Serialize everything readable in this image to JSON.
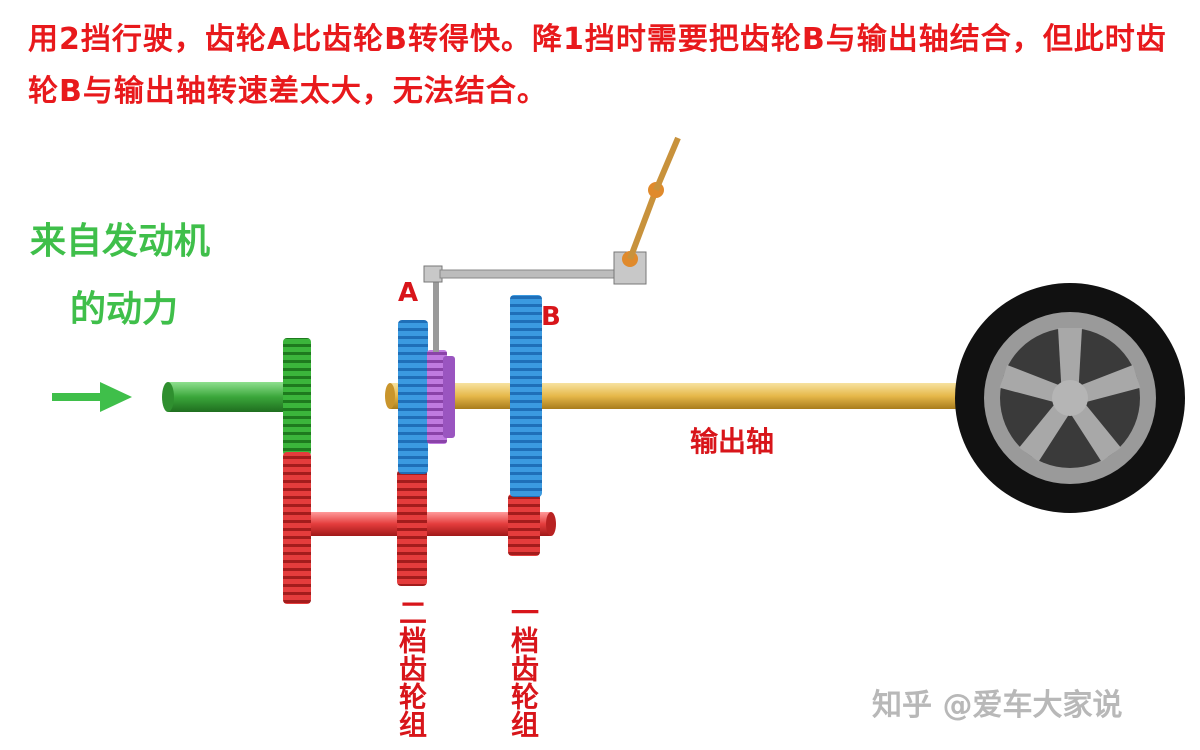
{
  "caption": "用2挡行驶，齿轮A比齿轮B转得快。降1挡时需要把齿轮B与输出轴结合，但此时齿轮B与输出轴转速差太大，无法结合。",
  "power_source": {
    "line1": "来自发动机",
    "line2": "的动力"
  },
  "gear_a_label": "A",
  "gear_b_label": "B",
  "output_shaft_label": "输出轴",
  "gear_set_2_label": "二档齿轮组",
  "gear_set_1_label": "一档齿轮组",
  "watermark": "知乎 @爱车大家说",
  "colors": {
    "caption": "#e8191c",
    "power_text": "#3fbf4a",
    "input_shaft": "#3aa63a",
    "countershaft": "#e43c3c",
    "gears_blue": "#3b9ae0",
    "synchronizer": "#b66bd6",
    "output_shaft": "#e6b84a",
    "tire": "#111111",
    "rim": "#9a9a9a"
  }
}
